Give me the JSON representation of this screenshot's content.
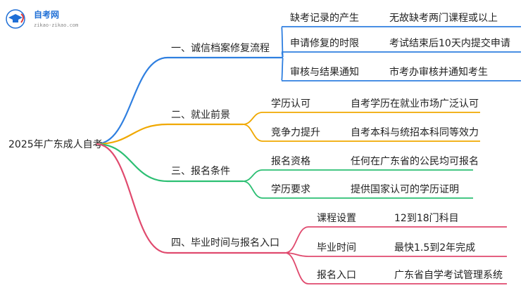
{
  "logo": {
    "name": "自考网",
    "url": "zikao-zikao.com"
  },
  "root": "2025年广东成人自考",
  "colors": {
    "blue": "#2f7fe0",
    "orange": "#f0a800",
    "green": "#2cbf73",
    "red": "#e04a6e"
  },
  "branches": [
    {
      "label": "一、诚信档案修复流程",
      "color": "blue",
      "children": [
        {
          "key": "缺考记录的产生",
          "value": "无故缺考两门课程或以上"
        },
        {
          "key": "申请修复的时限",
          "value": "考试结束后10天内提交申请"
        },
        {
          "key": "审核与结果通知",
          "value": "市考办审核并通知考生"
        }
      ]
    },
    {
      "label": "二、就业前景",
      "color": "orange",
      "children": [
        {
          "key": "学历认可",
          "value": "自考学历在就业市场广泛认可"
        },
        {
          "key": "竞争力提升",
          "value": "自考本科与统招本科同等效力"
        }
      ]
    },
    {
      "label": "三、报名条件",
      "color": "green",
      "children": [
        {
          "key": "报名资格",
          "value": "任何在广东省的公民均可报名"
        },
        {
          "key": "学历要求",
          "value": "提供国家认可的学历证明"
        }
      ]
    },
    {
      "label": "四、毕业时间与报名入口",
      "color": "red",
      "children": [
        {
          "key": "课程设置",
          "value": "12到18门科目"
        },
        {
          "key": "毕业时间",
          "value": "最快1.5到2年完成"
        },
        {
          "key": "报名入口",
          "value": "广东省自学考试管理系统"
        }
      ]
    }
  ]
}
